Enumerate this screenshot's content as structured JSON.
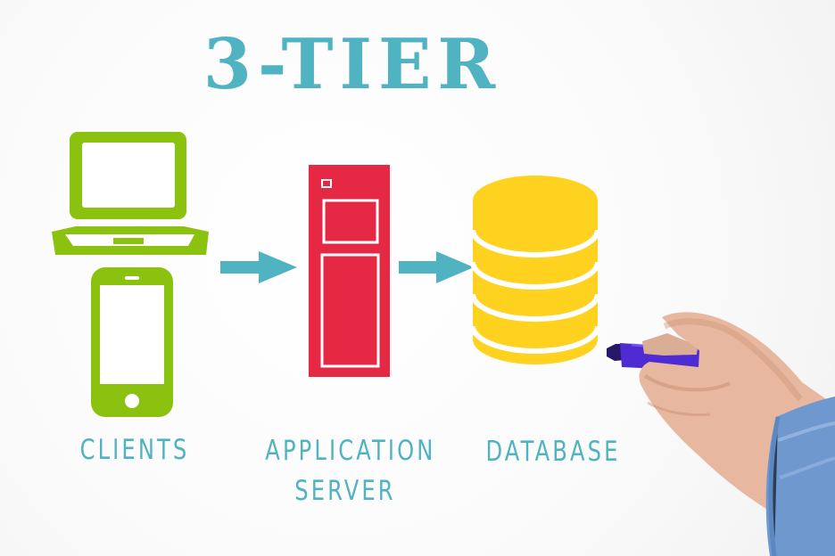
{
  "title": "3-TIER",
  "clients": {
    "label": "CLIENTS",
    "icons": [
      "laptop-icon",
      "smartphone-icon"
    ]
  },
  "application_server": {
    "label_line_1": "APPLICATION",
    "label_line_2": "SERVER",
    "icon": "server-icon"
  },
  "database": {
    "label": "DATABASE",
    "icon": "database-icon"
  },
  "colors": {
    "title": "#4fb3c1",
    "clients": "#8bc10f",
    "server": "#e52944",
    "database": "#ffd21f",
    "arrows": "#4fb3c1",
    "marker": "#4f2bd3",
    "sleeve": "#6f98cf"
  }
}
